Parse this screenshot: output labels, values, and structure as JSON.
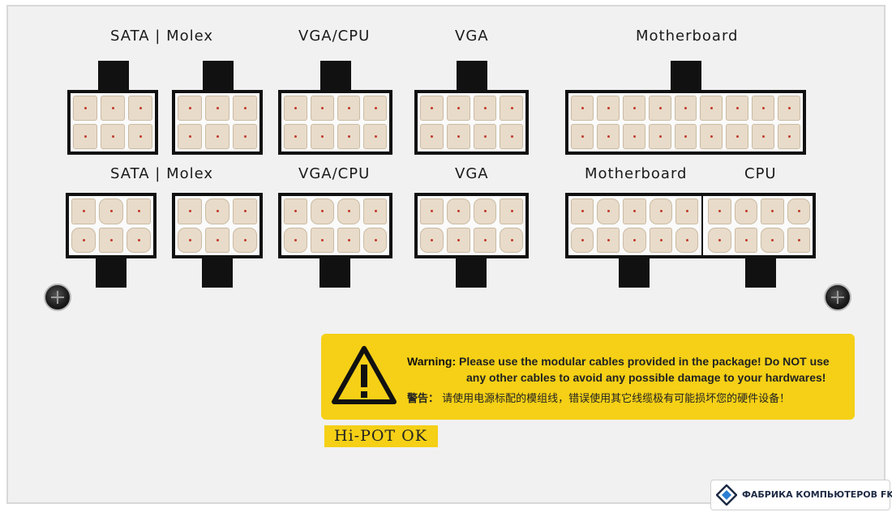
{
  "labels": {
    "top": [
      "SATA | Molex",
      "VGA/CPU",
      "VGA",
      "Motherboard"
    ],
    "bottom": [
      "SATA | Molex",
      "VGA/CPU",
      "VGA",
      "Motherboard",
      "CPU"
    ]
  },
  "warning": {
    "title": "Warning:",
    "line1": "Please use the modular cables provided in the package! Do NOT use",
    "line2": "any other cables to avoid any possible damage to your hardwares!",
    "cn_title": "警告：",
    "cn_text": "请使用电源标配的模组线，错误使用其它线缆极有可能损坏您的硬件设备！",
    "icon": "warning-triangle-icon"
  },
  "hipot": "Hi-POT OK",
  "watermark": {
    "text": "ФАБРИКА КОМПЬЮТЕРОВ FK.BY",
    "icon": "diamond-logo-icon"
  },
  "colors": {
    "panel": "#f1f1f1",
    "warning_bg": "#f5d016",
    "connector_pin": "#e8dbc9",
    "connector_frame": "#111111"
  }
}
